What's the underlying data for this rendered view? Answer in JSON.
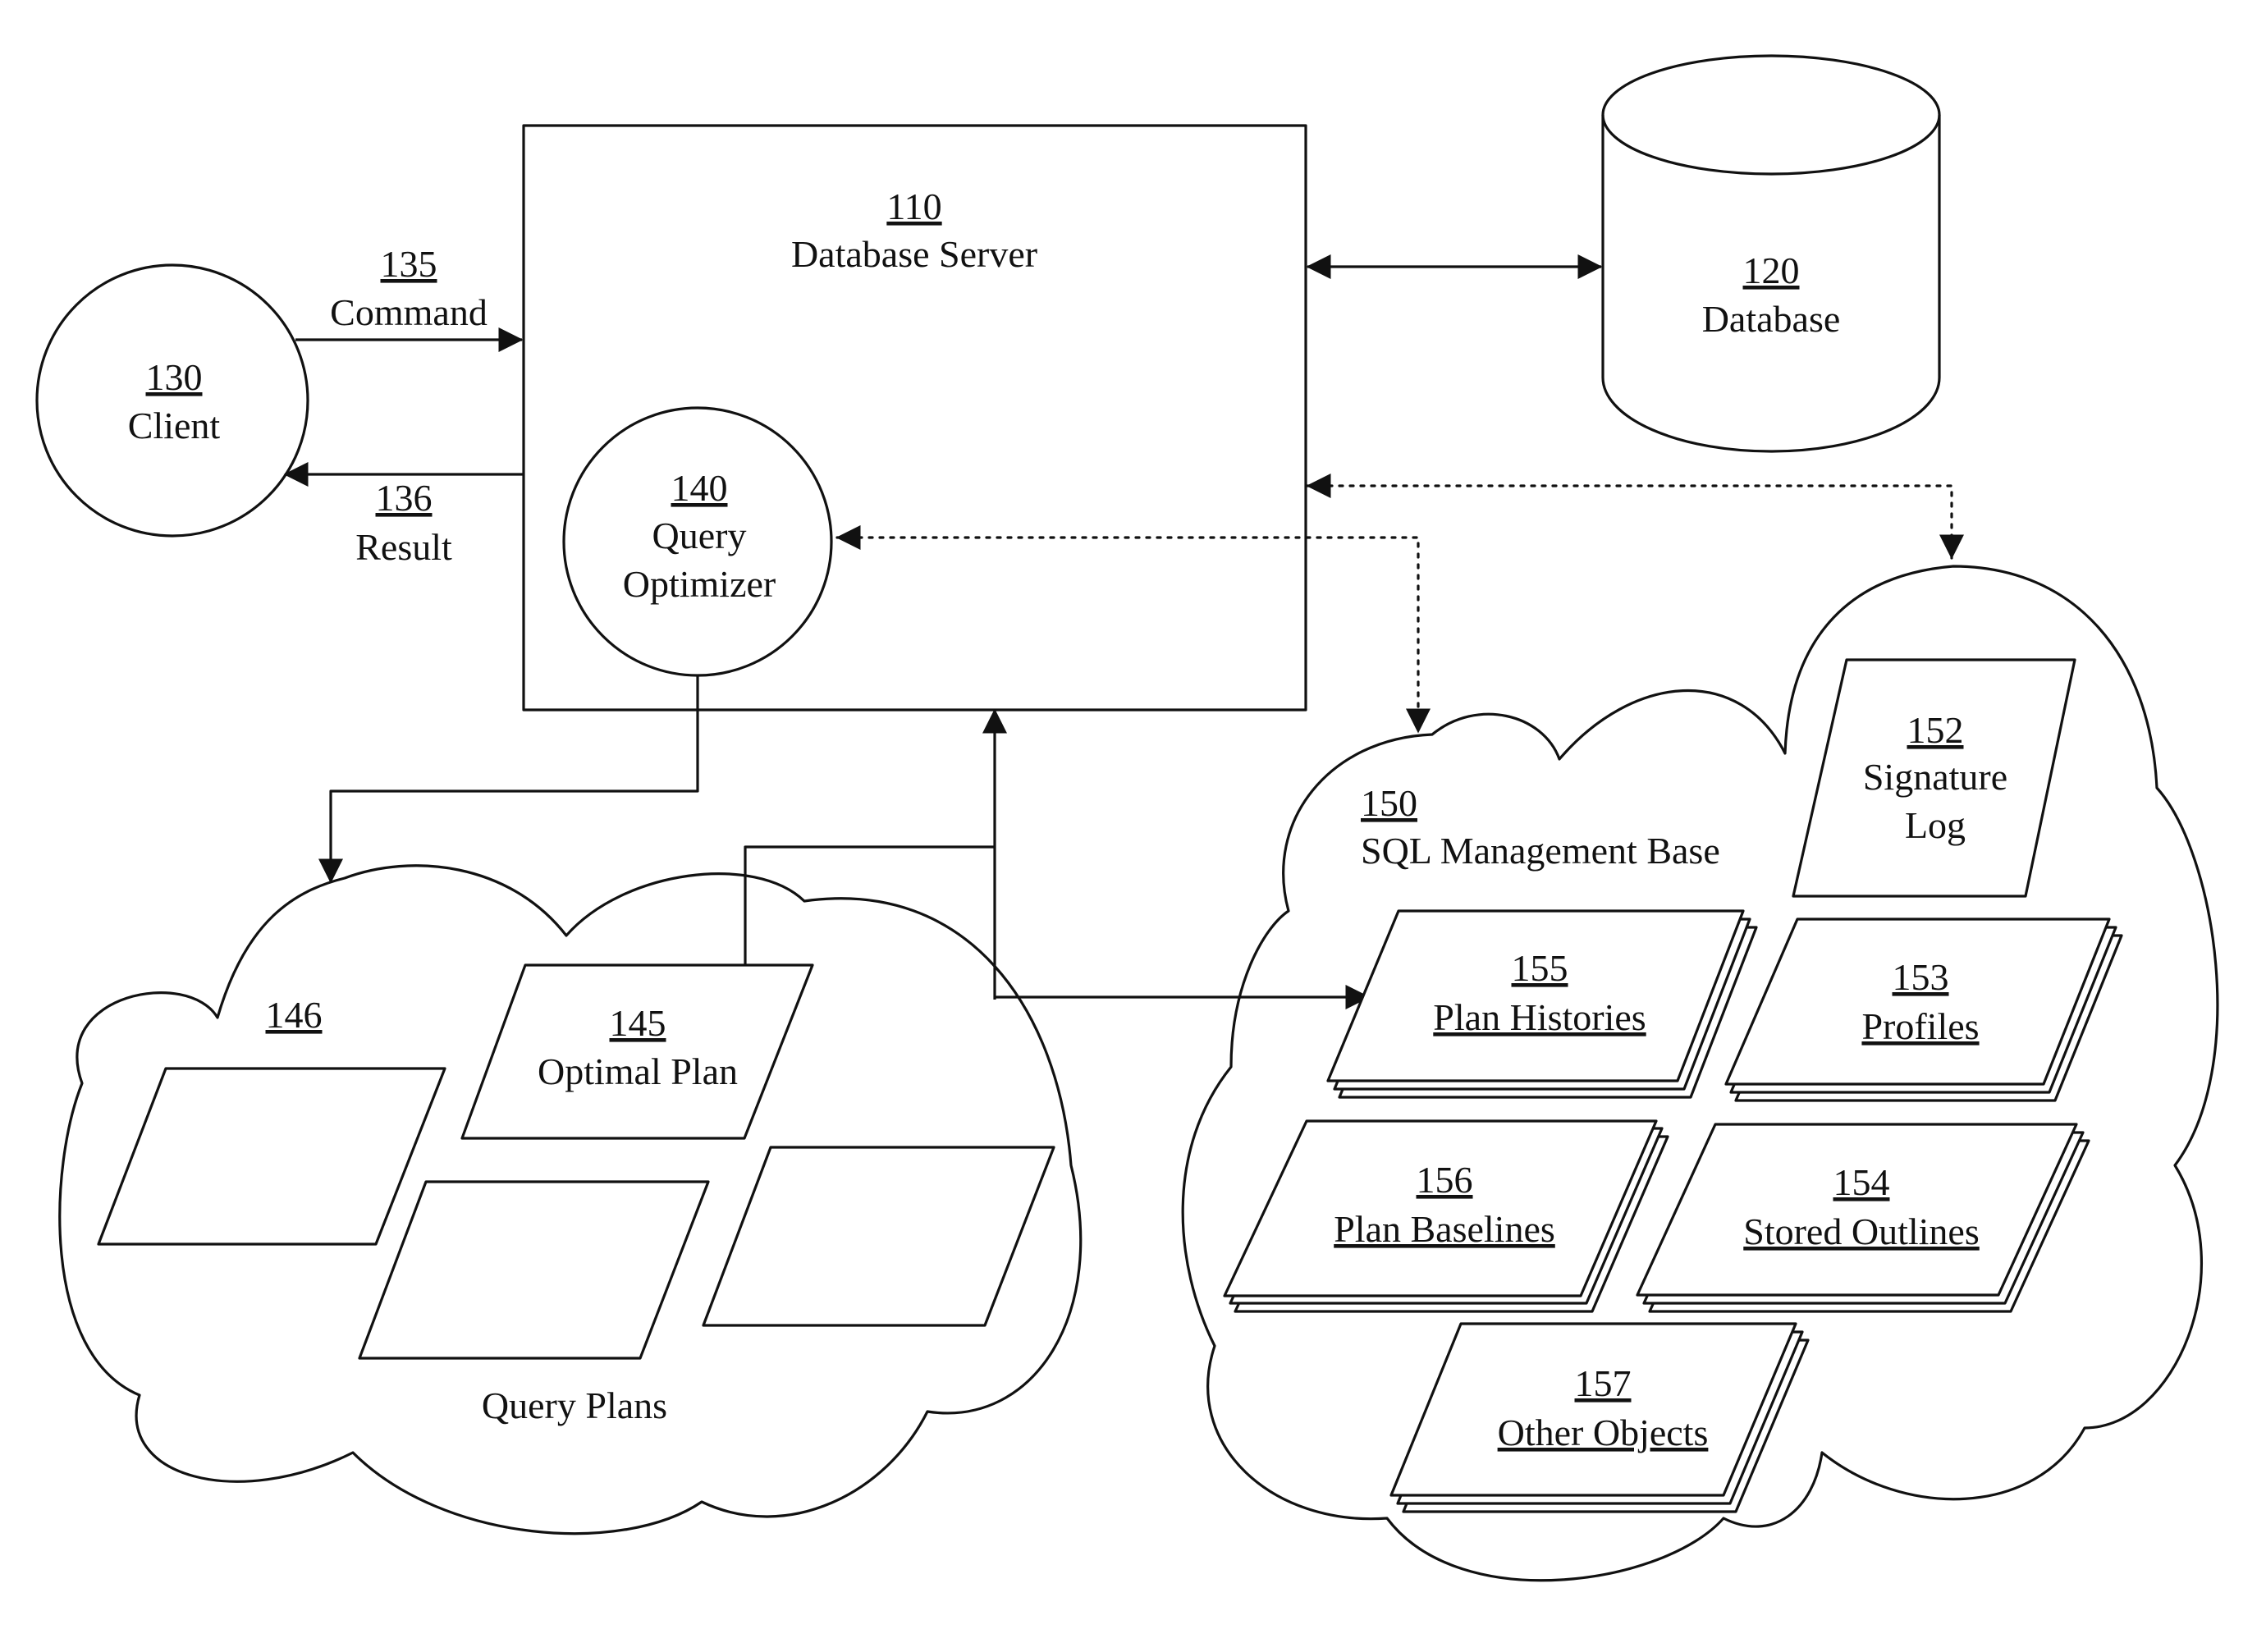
{
  "server": {
    "ref": "110",
    "label": "Database Server"
  },
  "database": {
    "ref": "120",
    "label": "Database"
  },
  "client": {
    "ref": "130",
    "label": "Client"
  },
  "command": {
    "ref": "135",
    "label": "Command"
  },
  "result": {
    "ref": "136",
    "label": "Result"
  },
  "optimizer": {
    "ref": "140",
    "label1": "Query",
    "label2": "Optimizer"
  },
  "plan_cloud": {
    "ref": "146",
    "label": "Query Plans"
  },
  "optimal_plan": {
    "ref": "145",
    "label": "Optimal Plan"
  },
  "smb": {
    "ref": "150",
    "label": "SQL Management Base"
  },
  "signature_log": {
    "ref": "152",
    "label1": "Signature",
    "label2": "Log"
  },
  "profiles": {
    "ref": "153",
    "label": "Profiles"
  },
  "stored_outlines": {
    "ref": "154",
    "label": "Stored Outlines"
  },
  "plan_histories": {
    "ref": "155",
    "label": "Plan Histories"
  },
  "plan_baselines": {
    "ref": "156",
    "label": "Plan Baselines"
  },
  "other_objects": {
    "ref": "157",
    "label": "Other Objects"
  }
}
